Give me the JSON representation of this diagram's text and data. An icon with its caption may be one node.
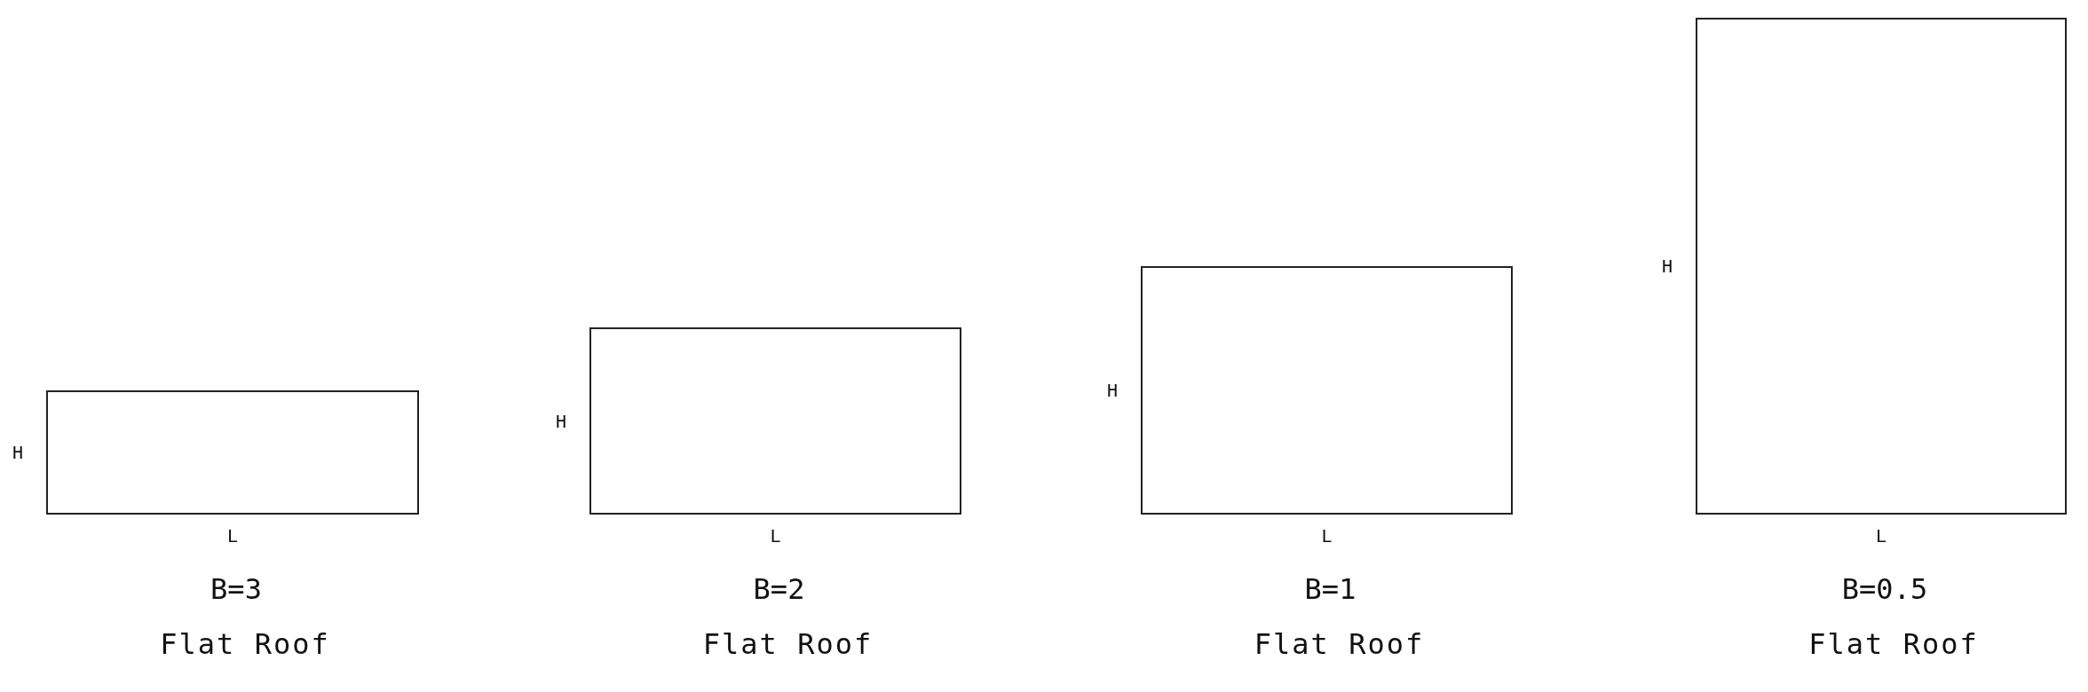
{
  "diagram": {
    "nodes": [
      {
        "text": [],
        "shape": "box",
        "beside": [
          "H",
          "L",
          "B=3",
          "Flat Roof"
        ]
      },
      {
        "text": [],
        "shape": "box",
        "beside": [
          "H",
          "L",
          "B=2",
          "Flat Roof"
        ]
      },
      {
        "text": [],
        "shape": "box",
        "beside": [
          "H",
          "L",
          "B=1",
          "Flat Roof"
        ]
      },
      {
        "text": [],
        "shape": "box",
        "beside": [
          "H",
          "L",
          "B=0.5",
          "Flat Roof"
        ]
      }
    ]
  }
}
